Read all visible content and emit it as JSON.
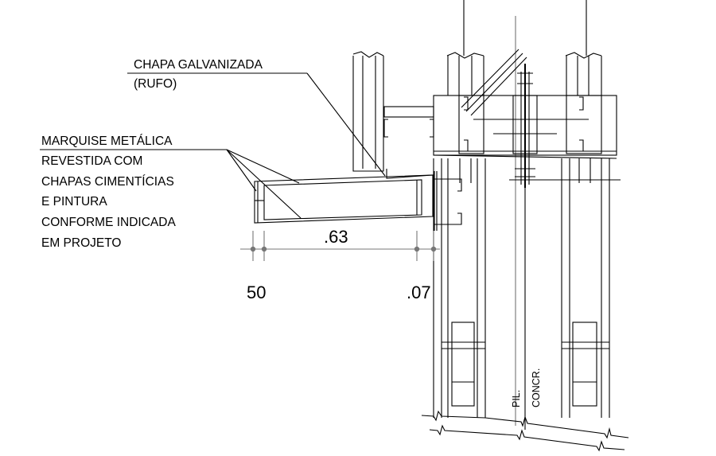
{
  "labels": {
    "chapa_line1": "CHAPA GALVANIZADA",
    "chapa_line2": "(RUFO)",
    "marquise_lines": [
      "MARQUISE METÁLICA",
      "REVESTIDA COM",
      "CHAPAS CIMENTÍCIAS",
      "E PINTURA",
      "CONFORME INDICADA",
      "EM PROJETO"
    ],
    "pil": "PIL.",
    "concr": "CONCR."
  },
  "dimensions": {
    "main": ".63",
    "left": "50",
    "right": ".07"
  }
}
